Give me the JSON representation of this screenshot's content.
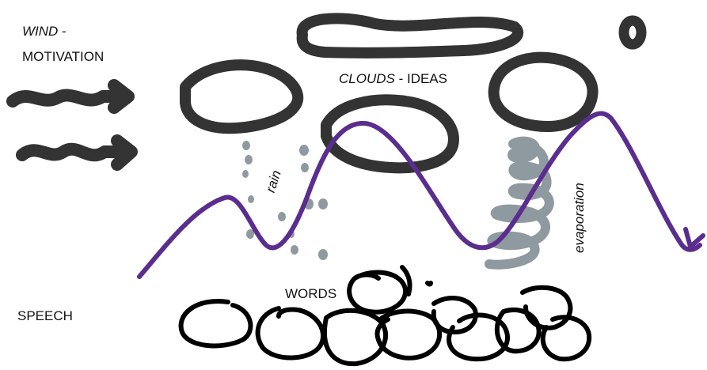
{
  "labels": {
    "wind_word": "WIND",
    "wind_dash": " -",
    "motivation": "MOTIVATION",
    "clouds_word": "CLOUDS",
    "clouds_rest": " - IDEAS",
    "rain": "rain",
    "evaporation": "evaporation",
    "words": "WORDS",
    "speech": "SPEECH"
  },
  "icons": [
    "wind-arrow-icon",
    "cloud-icon",
    "raindrop-icon",
    "evaporation-spiral-icon",
    "speech-wave-line",
    "word-blob-icon",
    "sun-icon"
  ],
  "colors": {
    "cloud": "#333333",
    "rain": "#8e9aa0",
    "wave": "#5b2d8e",
    "words": "#000000",
    "text": "#111111"
  }
}
